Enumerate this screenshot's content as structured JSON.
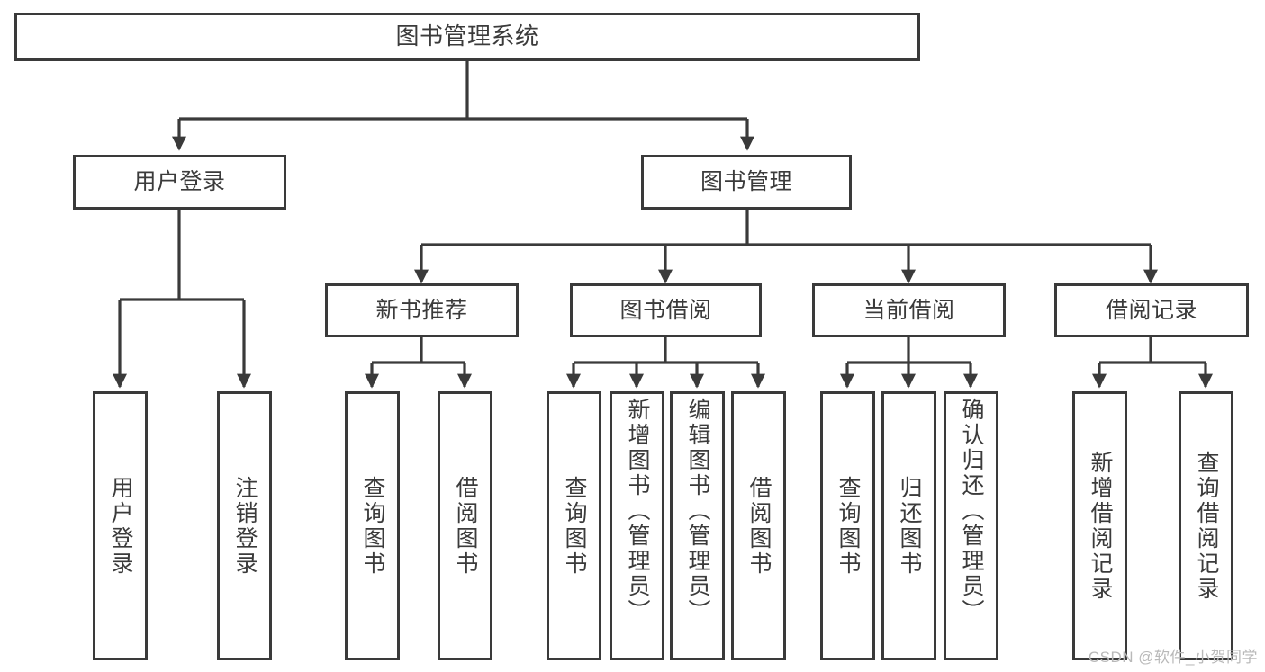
{
  "diagram": {
    "title": "图书管理系统",
    "type": "functional-structure-tree",
    "root": {
      "label": "图书管理系统"
    },
    "level2": [
      {
        "label": "用户登录"
      },
      {
        "label": "图书管理"
      }
    ],
    "level3": [
      {
        "label": "新书推荐"
      },
      {
        "label": "图书借阅"
      },
      {
        "label": "当前借阅"
      },
      {
        "label": "借阅记录"
      }
    ],
    "leaves": {
      "user_login": [
        {
          "label": "用户登录"
        },
        {
          "label": "注销登录"
        }
      ],
      "new_book_recommend": [
        {
          "label": "查询图书"
        },
        {
          "label": "借阅图书"
        }
      ],
      "book_borrow": [
        {
          "label": "查询图书"
        },
        {
          "label": "新增图书（管理员）"
        },
        {
          "label": "编辑图书（管理员）"
        },
        {
          "label": "借阅图书"
        }
      ],
      "current_borrow": [
        {
          "label": "查询图书"
        },
        {
          "label": "归还图书"
        },
        {
          "label": "确认归还（管理员）"
        }
      ],
      "borrow_record": [
        {
          "label": "新增借阅记录"
        },
        {
          "label": "查询借阅记录"
        }
      ]
    }
  },
  "watermark": {
    "text": "CSDN @软件_小贺同学"
  },
  "colors": {
    "border": "#3a3a3a",
    "text": "#3b3b3b",
    "background": "#ffffff",
    "watermark": "#b9b9b9"
  }
}
